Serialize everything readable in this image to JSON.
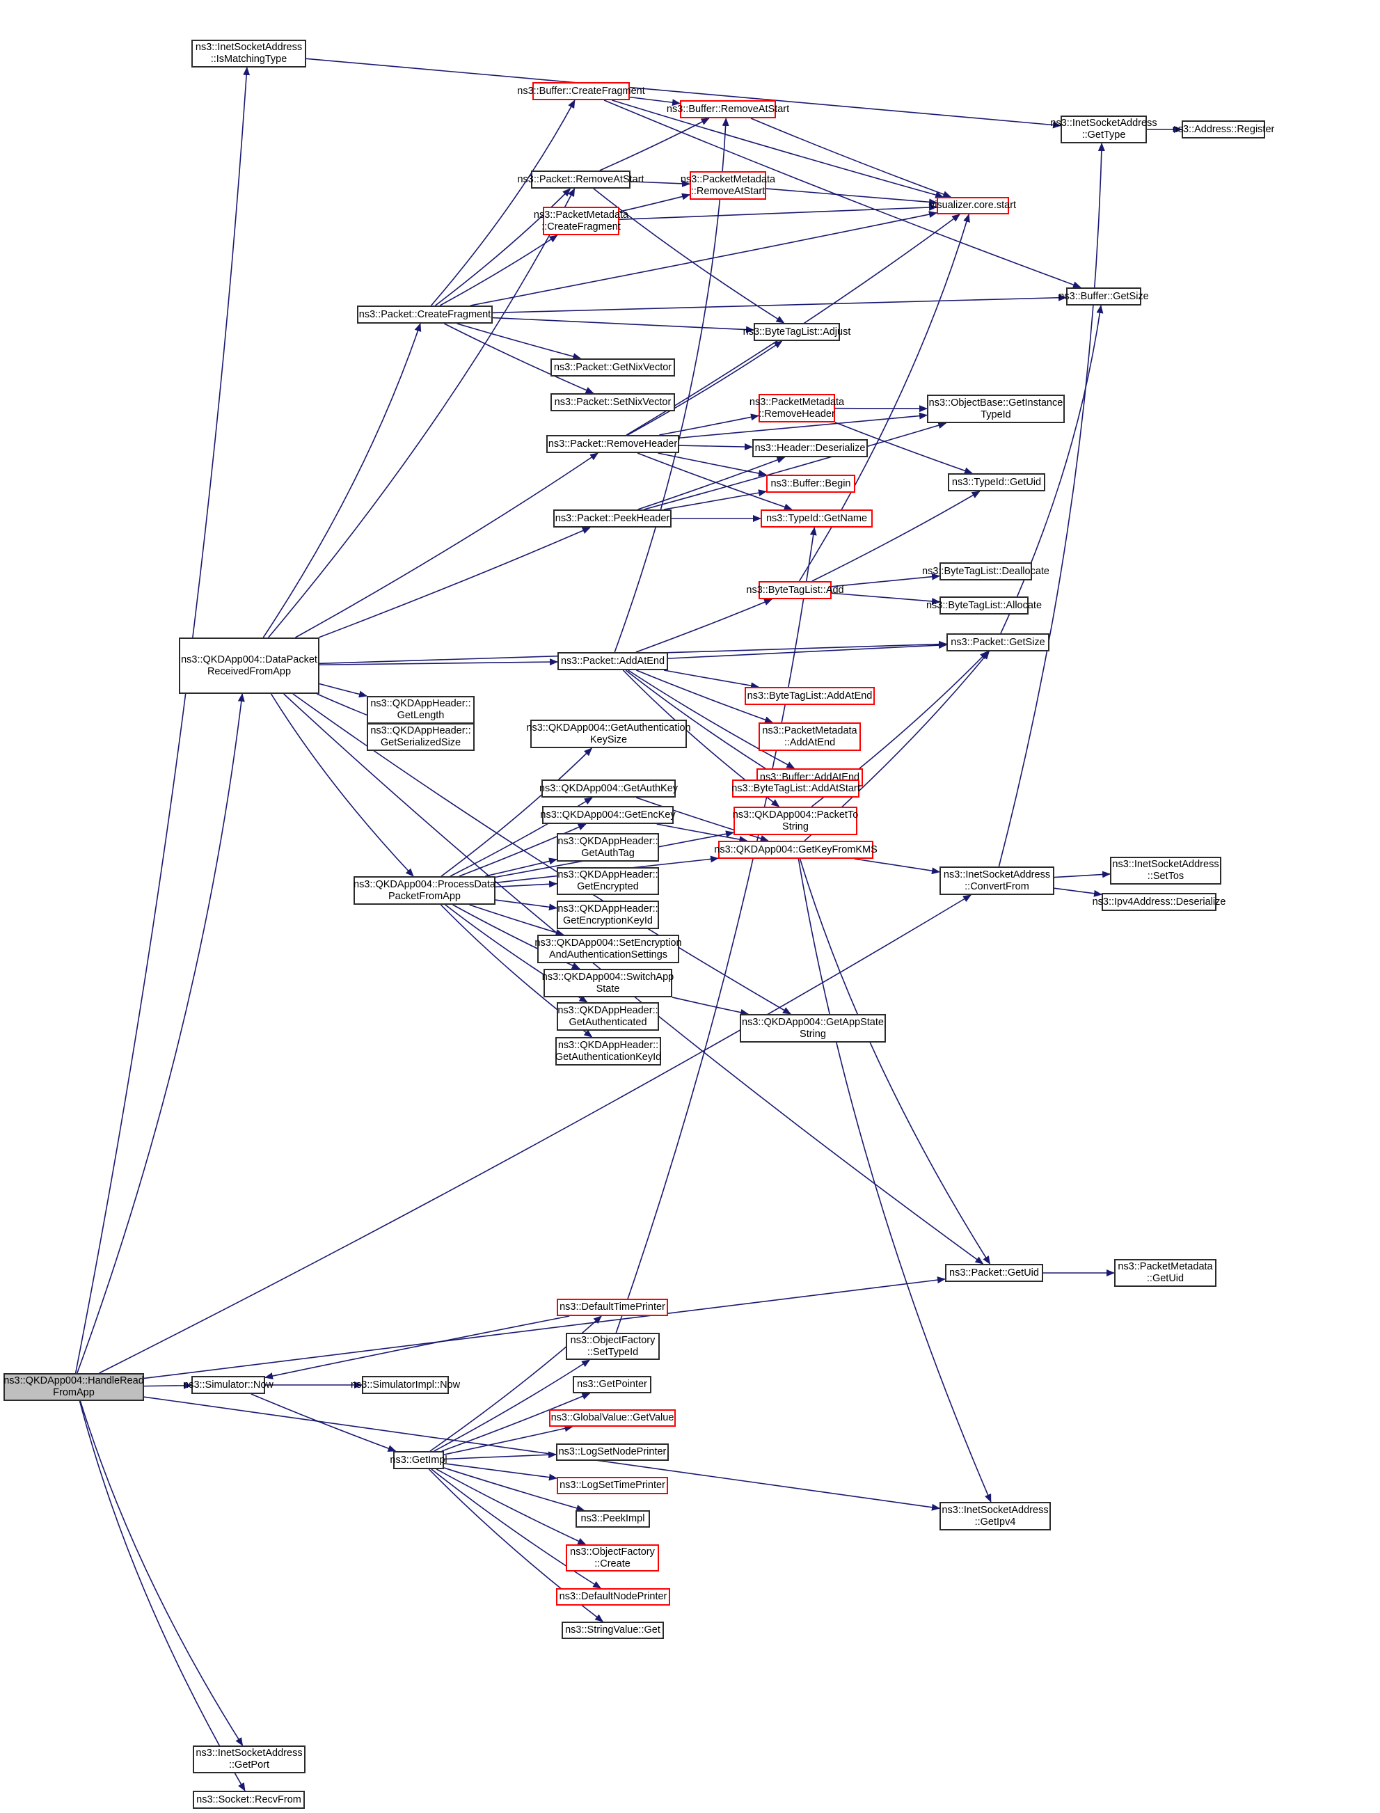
{
  "diagram": {
    "type": "call-graph",
    "root": "handle_read",
    "colors": {
      "edge": "#191970",
      "external_border": "#ff0000",
      "node_border": "#2b2b2b",
      "root_fill": "#bfbfbf"
    },
    "nodes": [
      {
        "id": "handle_read",
        "label": "ns3::QKDApp004::HandleRead\nFromApp",
        "kind": "root"
      },
      {
        "id": "is_matching_type",
        "label": "ns3::InetSocketAddress\n::IsMatchingType",
        "kind": "normal"
      },
      {
        "id": "buffer_create_fragment",
        "label": "ns3::Buffer::CreateFragment",
        "kind": "red"
      },
      {
        "id": "buffer_remove_at_start",
        "label": "ns3::Buffer::RemoveAtStart",
        "kind": "red"
      },
      {
        "id": "inet_get_type",
        "label": "ns3::InetSocketAddress\n::GetType",
        "kind": "normal"
      },
      {
        "id": "address_register",
        "label": "ns3::Address::Register",
        "kind": "normal"
      },
      {
        "id": "packet_remove_at_start",
        "label": "ns3::Packet::RemoveAtStart",
        "kind": "normal"
      },
      {
        "id": "pm_remove_at_start",
        "label": "ns3::PacketMetadata\n::RemoveAtStart",
        "kind": "red"
      },
      {
        "id": "pm_create_fragment",
        "label": "ns3::PacketMetadata\n::CreateFragment",
        "kind": "red"
      },
      {
        "id": "visualizer_start",
        "label": "visualizer.core.start",
        "kind": "red"
      },
      {
        "id": "packet_create_fragment",
        "label": "ns3::Packet::CreateFragment",
        "kind": "normal"
      },
      {
        "id": "buffer_get_size",
        "label": "ns3::Buffer::GetSize",
        "kind": "normal"
      },
      {
        "id": "btl_adjust",
        "label": "ns3::ByteTagList::Adjust",
        "kind": "normal"
      },
      {
        "id": "get_nix_vector",
        "label": "ns3::Packet::GetNixVector",
        "kind": "normal"
      },
      {
        "id": "set_nix_vector",
        "label": "ns3::Packet::SetNixVector",
        "kind": "normal"
      },
      {
        "id": "pm_remove_header",
        "label": "ns3::PacketMetadata\n::RemoveHeader",
        "kind": "red"
      },
      {
        "id": "objectbase_get_instance_typeid",
        "label": "ns3::ObjectBase::GetInstance\nTypeId",
        "kind": "normal"
      },
      {
        "id": "packet_remove_header",
        "label": "ns3::Packet::RemoveHeader",
        "kind": "normal"
      },
      {
        "id": "header_deserialize",
        "label": "ns3::Header::Deserialize",
        "kind": "normal"
      },
      {
        "id": "buffer_begin",
        "label": "ns3::Buffer::Begin",
        "kind": "red"
      },
      {
        "id": "typeid_get_uid",
        "label": "ns3::TypeId::GetUid",
        "kind": "normal"
      },
      {
        "id": "packet_peek_header",
        "label": "ns3::Packet::PeekHeader",
        "kind": "normal"
      },
      {
        "id": "typeid_get_name",
        "label": "ns3::TypeId::GetName",
        "kind": "red"
      },
      {
        "id": "btl_add",
        "label": "ns3::ByteTagList::Add",
        "kind": "red"
      },
      {
        "id": "btl_deallocate",
        "label": "ns3::ByteTagList::Deallocate",
        "kind": "normal"
      },
      {
        "id": "btl_allocate",
        "label": "ns3::ByteTagList::Allocate",
        "kind": "normal"
      },
      {
        "id": "data_packet_received",
        "label": "ns3::QKDApp004::DataPacket\nReceivedFromApp",
        "kind": "normal"
      },
      {
        "id": "packet_add_at_end",
        "label": "ns3::Packet::AddAtEnd",
        "kind": "normal"
      },
      {
        "id": "packet_get_size",
        "label": "ns3::Packet::GetSize",
        "kind": "normal"
      },
      {
        "id": "hdr_get_length",
        "label": "ns3::QKDAppHeader::\nGetLength",
        "kind": "normal"
      },
      {
        "id": "btl_add_at_end",
        "label": "ns3::ByteTagList::AddAtEnd",
        "kind": "red"
      },
      {
        "id": "hdr_get_serialized_size",
        "label": "ns3::QKDAppHeader::\nGetSerializedSize",
        "kind": "normal"
      },
      {
        "id": "get_auth_key_size",
        "label": "ns3::QKDApp004::GetAuthentication\nKeySize",
        "kind": "normal"
      },
      {
        "id": "pm_add_at_end",
        "label": "ns3::PacketMetadata\n::AddAtEnd",
        "kind": "red"
      },
      {
        "id": "buffer_add_at_end",
        "label": "ns3::Buffer::AddAtEnd",
        "kind": "red"
      },
      {
        "id": "get_auth_key",
        "label": "ns3::QKDApp004::GetAuthKey",
        "kind": "normal"
      },
      {
        "id": "btl_add_at_start",
        "label": "ns3::ByteTagList::AddAtStart",
        "kind": "red"
      },
      {
        "id": "get_enc_key",
        "label": "ns3::QKDApp004::GetEncKey",
        "kind": "normal"
      },
      {
        "id": "packet_to_string",
        "label": "ns3::QKDApp004::PacketTo\nString",
        "kind": "red"
      },
      {
        "id": "process_data_packet",
        "label": "ns3::QKDApp004::ProcessData\nPacketFromApp",
        "kind": "normal"
      },
      {
        "id": "hdr_get_auth_tag",
        "label": "ns3::QKDAppHeader::\nGetAuthTag",
        "kind": "normal"
      },
      {
        "id": "get_key_from_kms",
        "label": "ns3::QKDApp004::GetKeyFromKMS",
        "kind": "red"
      },
      {
        "id": "inet_convert_from",
        "label": "ns3::InetSocketAddress\n::ConvertFrom",
        "kind": "normal"
      },
      {
        "id": "inet_set_tos",
        "label": "ns3::InetSocketAddress\n::SetTos",
        "kind": "normal"
      },
      {
        "id": "ipv4_deserialize",
        "label": "ns3::Ipv4Address::Deserialize",
        "kind": "normal"
      },
      {
        "id": "hdr_get_encrypted",
        "label": "ns3::QKDAppHeader::\nGetEncrypted",
        "kind": "normal"
      },
      {
        "id": "hdr_get_encryption_key_id",
        "label": "ns3::QKDAppHeader::\nGetEncryptionKeyId",
        "kind": "normal"
      },
      {
        "id": "set_enc_auth_settings",
        "label": "ns3::QKDApp004::SetEncryption\nAndAuthenticationSettings",
        "kind": "normal"
      },
      {
        "id": "switch_app_state",
        "label": "ns3::QKDApp004::SwitchApp\nState",
        "kind": "normal"
      },
      {
        "id": "hdr_get_authenticated",
        "label": "ns3::QKDAppHeader::\nGetAuthenticated",
        "kind": "normal"
      },
      {
        "id": "get_app_state_string",
        "label": "ns3::QKDApp004::GetAppState\nString",
        "kind": "normal"
      },
      {
        "id": "hdr_get_auth_key_id",
        "label": "ns3::QKDAppHeader::\nGetAuthenticationKeyId",
        "kind": "normal"
      },
      {
        "id": "packet_get_uid",
        "label": "ns3::Packet::GetUid",
        "kind": "normal"
      },
      {
        "id": "pm_get_uid",
        "label": "ns3::PacketMetadata\n::GetUid",
        "kind": "normal"
      },
      {
        "id": "default_time_printer",
        "label": "ns3::DefaultTimePrinter",
        "kind": "red"
      },
      {
        "id": "of_set_typeid",
        "label": "ns3::ObjectFactory\n::SetTypeId",
        "kind": "normal"
      },
      {
        "id": "simulator_now",
        "label": "ns3::Simulator::Now",
        "kind": "normal"
      },
      {
        "id": "simulatorimpl_now",
        "label": "ns3::SimulatorImpl::Now",
        "kind": "normal"
      },
      {
        "id": "get_pointer",
        "label": "ns3::GetPointer",
        "kind": "normal"
      },
      {
        "id": "global_value_get_value",
        "label": "ns3::GlobalValue::GetValue",
        "kind": "red"
      },
      {
        "id": "get_impl",
        "label": "ns3::GetImpl",
        "kind": "normal"
      },
      {
        "id": "log_set_node_printer",
        "label": "ns3::LogSetNodePrinter",
        "kind": "normal"
      },
      {
        "id": "log_set_time_printer",
        "label": "ns3::LogSetTimePrinter",
        "kind": "red"
      },
      {
        "id": "peek_impl",
        "label": "ns3::PeekImpl",
        "kind": "normal"
      },
      {
        "id": "of_create",
        "label": "ns3::ObjectFactory\n::Create",
        "kind": "red"
      },
      {
        "id": "default_node_printer",
        "label": "ns3::DefaultNodePrinter",
        "kind": "red"
      },
      {
        "id": "string_value_get",
        "label": "ns3::StringValue::Get",
        "kind": "normal"
      },
      {
        "id": "inet_get_ipv4",
        "label": "ns3::InetSocketAddress\n::GetIpv4",
        "kind": "normal"
      },
      {
        "id": "inet_get_port",
        "label": "ns3::InetSocketAddress\n::GetPort",
        "kind": "normal"
      },
      {
        "id": "socket_recv_from",
        "label": "ns3::Socket::RecvFrom",
        "kind": "normal"
      }
    ],
    "edges": [
      [
        "handle_read",
        "is_matching_type"
      ],
      [
        "handle_read",
        "data_packet_received"
      ],
      [
        "handle_read",
        "simulator_now"
      ],
      [
        "handle_read",
        "inet_convert_from"
      ],
      [
        "handle_read",
        "packet_get_uid"
      ],
      [
        "handle_read",
        "inet_get_ipv4"
      ],
      [
        "handle_read",
        "inet_get_port"
      ],
      [
        "handle_read",
        "socket_recv_from"
      ],
      [
        "is_matching_type",
        "inet_get_type"
      ],
      [
        "inet_get_type",
        "address_register"
      ],
      [
        "buffer_create_fragment",
        "buffer_remove_at_start"
      ],
      [
        "buffer_create_fragment",
        "visualizer_start"
      ],
      [
        "buffer_create_fragment",
        "buffer_get_size"
      ],
      [
        "buffer_remove_at_start",
        "visualizer_start"
      ],
      [
        "packet_remove_at_start",
        "buffer_remove_at_start"
      ],
      [
        "packet_remove_at_start",
        "pm_remove_at_start"
      ],
      [
        "packet_remove_at_start",
        "btl_adjust"
      ],
      [
        "pm_remove_at_start",
        "visualizer_start"
      ],
      [
        "pm_create_fragment",
        "pm_remove_at_start"
      ],
      [
        "pm_create_fragment",
        "visualizer_start"
      ],
      [
        "packet_create_fragment",
        "buffer_create_fragment"
      ],
      [
        "packet_create_fragment",
        "packet_remove_at_start"
      ],
      [
        "packet_create_fragment",
        "pm_create_fragment"
      ],
      [
        "packet_create_fragment",
        "visualizer_start"
      ],
      [
        "packet_create_fragment",
        "buffer_get_size"
      ],
      [
        "packet_create_fragment",
        "btl_adjust"
      ],
      [
        "packet_create_fragment",
        "get_nix_vector"
      ],
      [
        "packet_create_fragment",
        "set_nix_vector"
      ],
      [
        "packet_remove_header",
        "btl_adjust"
      ],
      [
        "packet_remove_header",
        "objectbase_get_instance_typeid"
      ],
      [
        "packet_remove_header",
        "pm_remove_header"
      ],
      [
        "packet_remove_header",
        "header_deserialize"
      ],
      [
        "packet_remove_header",
        "buffer_begin"
      ],
      [
        "packet_remove_header",
        "typeid_get_name"
      ],
      [
        "packet_remove_header",
        "visualizer_start"
      ],
      [
        "pm_remove_header",
        "objectbase_get_instance_typeid"
      ],
      [
        "pm_remove_header",
        "typeid_get_uid"
      ],
      [
        "packet_peek_header",
        "header_deserialize"
      ],
      [
        "packet_peek_header",
        "buffer_begin"
      ],
      [
        "packet_peek_header",
        "typeid_get_name"
      ],
      [
        "packet_peek_header",
        "objectbase_get_instance_typeid"
      ],
      [
        "btl_add",
        "typeid_get_uid"
      ],
      [
        "btl_add",
        "btl_deallocate"
      ],
      [
        "btl_add",
        "btl_allocate"
      ],
      [
        "btl_add",
        "visualizer_start"
      ],
      [
        "data_packet_received",
        "packet_create_fragment"
      ],
      [
        "data_packet_received",
        "packet_remove_at_start"
      ],
      [
        "data_packet_received",
        "packet_remove_header"
      ],
      [
        "data_packet_received",
        "packet_peek_header"
      ],
      [
        "data_packet_received",
        "packet_add_at_end"
      ],
      [
        "data_packet_received",
        "packet_get_size"
      ],
      [
        "data_packet_received",
        "hdr_get_length"
      ],
      [
        "data_packet_received",
        "hdr_get_serialized_size"
      ],
      [
        "data_packet_received",
        "process_data_packet"
      ],
      [
        "data_packet_received",
        "get_app_state_string"
      ],
      [
        "data_packet_received",
        "packet_get_uid"
      ],
      [
        "packet_add_at_end",
        "buffer_remove_at_start"
      ],
      [
        "packet_add_at_end",
        "btl_add"
      ],
      [
        "packet_add_at_end",
        "packet_get_size"
      ],
      [
        "packet_add_at_end",
        "btl_add_at_end"
      ],
      [
        "packet_add_at_end",
        "pm_add_at_end"
      ],
      [
        "packet_add_at_end",
        "buffer_add_at_end"
      ],
      [
        "packet_add_at_end",
        "btl_add_at_start"
      ],
      [
        "packet_add_at_end",
        "packet_to_string"
      ],
      [
        "packet_get_size",
        "buffer_get_size"
      ],
      [
        "process_data_packet",
        "get_auth_key_size"
      ],
      [
        "process_data_packet",
        "get_auth_key"
      ],
      [
        "process_data_packet",
        "get_enc_key"
      ],
      [
        "process_data_packet",
        "hdr_get_auth_tag"
      ],
      [
        "process_data_packet",
        "hdr_get_encrypted"
      ],
      [
        "process_data_packet",
        "hdr_get_encryption_key_id"
      ],
      [
        "process_data_packet",
        "set_enc_auth_settings"
      ],
      [
        "process_data_packet",
        "switch_app_state"
      ],
      [
        "process_data_packet",
        "hdr_get_authenticated"
      ],
      [
        "process_data_packet",
        "hdr_get_auth_key_id"
      ],
      [
        "process_data_packet",
        "get_key_from_kms"
      ],
      [
        "process_data_packet",
        "packet_to_string"
      ],
      [
        "get_auth_key",
        "get_key_from_kms"
      ],
      [
        "get_enc_key",
        "get_key_from_kms"
      ],
      [
        "packet_to_string",
        "packet_get_size"
      ],
      [
        "get_key_from_kms",
        "inet_convert_from"
      ],
      [
        "get_key_from_kms",
        "packet_get_size"
      ],
      [
        "get_key_from_kms",
        "packet_get_uid"
      ],
      [
        "get_key_from_kms",
        "inet_get_ipv4"
      ],
      [
        "inet_convert_from",
        "inet_get_type"
      ],
      [
        "inet_convert_from",
        "inet_set_tos"
      ],
      [
        "inet_convert_from",
        "ipv4_deserialize"
      ],
      [
        "switch_app_state",
        "get_app_state_string"
      ],
      [
        "packet_get_uid",
        "pm_get_uid"
      ],
      [
        "simulator_now",
        "simulatorimpl_now"
      ],
      [
        "simulator_now",
        "get_impl"
      ],
      [
        "get_impl",
        "default_time_printer"
      ],
      [
        "get_impl",
        "of_set_typeid"
      ],
      [
        "get_impl",
        "get_pointer"
      ],
      [
        "get_impl",
        "global_value_get_value"
      ],
      [
        "get_impl",
        "log_set_node_printer"
      ],
      [
        "get_impl",
        "log_set_time_printer"
      ],
      [
        "get_impl",
        "peek_impl"
      ],
      [
        "get_impl",
        "of_create"
      ],
      [
        "get_impl",
        "default_node_printer"
      ],
      [
        "get_impl",
        "string_value_get"
      ],
      [
        "default_time_printer",
        "simulator_now"
      ],
      [
        "of_set_typeid",
        "typeid_get_name"
      ]
    ]
  }
}
